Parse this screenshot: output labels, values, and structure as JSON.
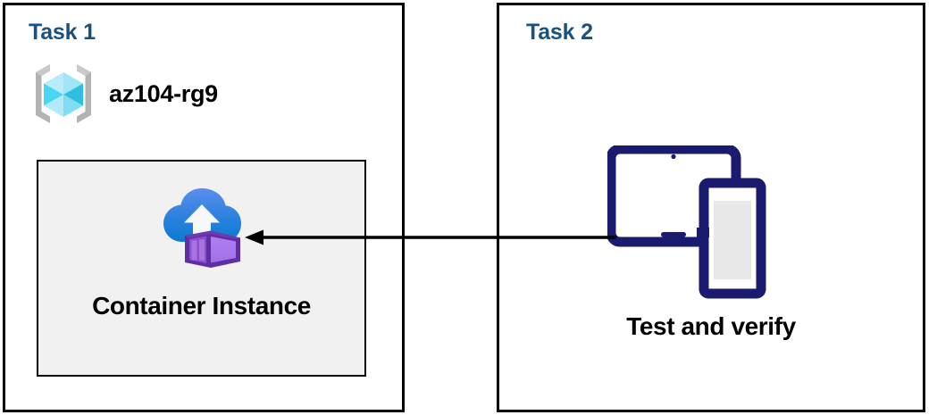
{
  "diagram": {
    "title_color": "#1a5180",
    "panels": [
      {
        "id": "task1",
        "title": "Task 1",
        "resource_group": {
          "icon": "azure-resource-group-icon",
          "label": "az104-rg9"
        },
        "card": {
          "icon": "azure-container-instance-icon",
          "label": "Container Instance",
          "background": "#f1f1f1"
        }
      },
      {
        "id": "task2",
        "title": "Task 2",
        "devices": {
          "icon": "tablet-and-phone-icon",
          "label": "Test and verify",
          "color": "#1a1a6e"
        }
      }
    ],
    "arrow": {
      "name": "flow-arrow-task2-to-task1",
      "direction": "left",
      "color": "#000000"
    }
  }
}
